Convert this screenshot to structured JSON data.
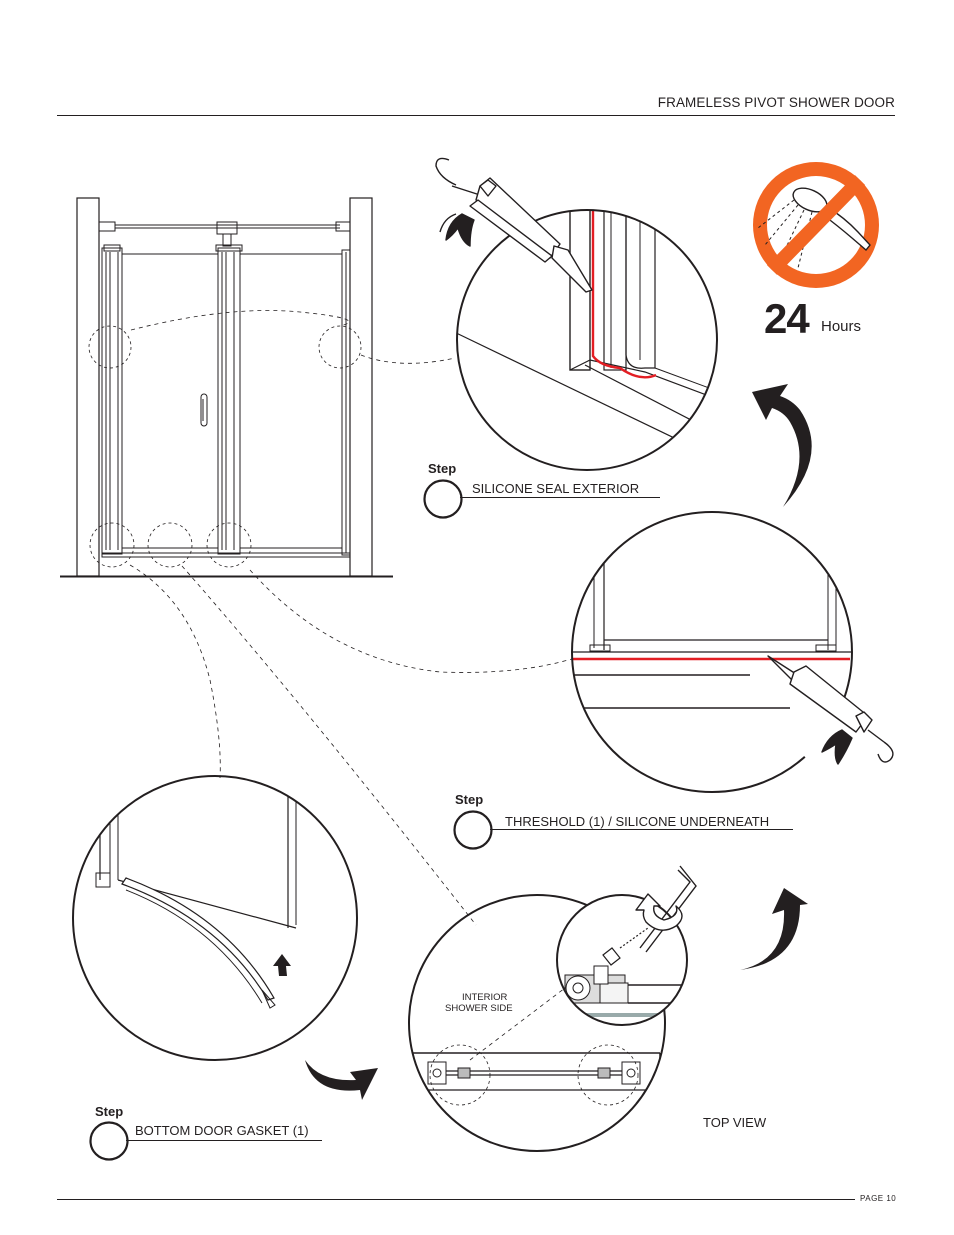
{
  "header": {
    "title": "FRAMELESS PIVOT SHOWER  DOOR"
  },
  "steps": [
    {
      "word": "Step",
      "label": "SILICONE SEAL EXTERIOR"
    },
    {
      "word": "Step",
      "label": "THRESHOLD (1) / SILICONE UNDERNEATH"
    },
    {
      "word": "Step",
      "label": "BOTTOM DOOR GASKET (1)"
    }
  ],
  "cure": {
    "number": "24",
    "unit": "Hours"
  },
  "labels": {
    "interior_line1": "INTERIOR",
    "interior_line2": "SHOWER SIDE",
    "top_view": "TOP VIEW"
  },
  "footer": {
    "page": "PAGE 10"
  },
  "colors": {
    "no_water_sign": "#f26522",
    "silicone": "#e31e24",
    "ink": "#231f20"
  },
  "icons": [
    "no-shower-icon",
    "caulk-gun-icon",
    "hex-key-icon",
    "rotate-arrow-icon",
    "curved-arrow-icon",
    "up-arrow-icon"
  ]
}
